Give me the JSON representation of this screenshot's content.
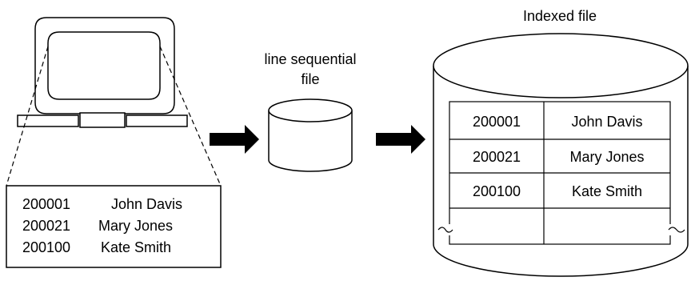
{
  "labels": {
    "sequential_file_line1": "line sequential",
    "sequential_file_line2": "file",
    "indexed_file": "Indexed file"
  },
  "terminal_screen_records": [
    {
      "key": "200001",
      "name": "John Davis"
    },
    {
      "key": "200021",
      "name": "Mary Jones"
    },
    {
      "key": "200100",
      "name": "Kate Smith"
    }
  ],
  "indexed_records": [
    {
      "key": "200001",
      "name": "John Davis"
    },
    {
      "key": "200021",
      "name": "Mary Jones"
    },
    {
      "key": "200100",
      "name": "Kate Smith"
    },
    {
      "key": "",
      "name": ""
    }
  ],
  "colors": {
    "stroke": "#000000",
    "fill": "#ffffff"
  }
}
